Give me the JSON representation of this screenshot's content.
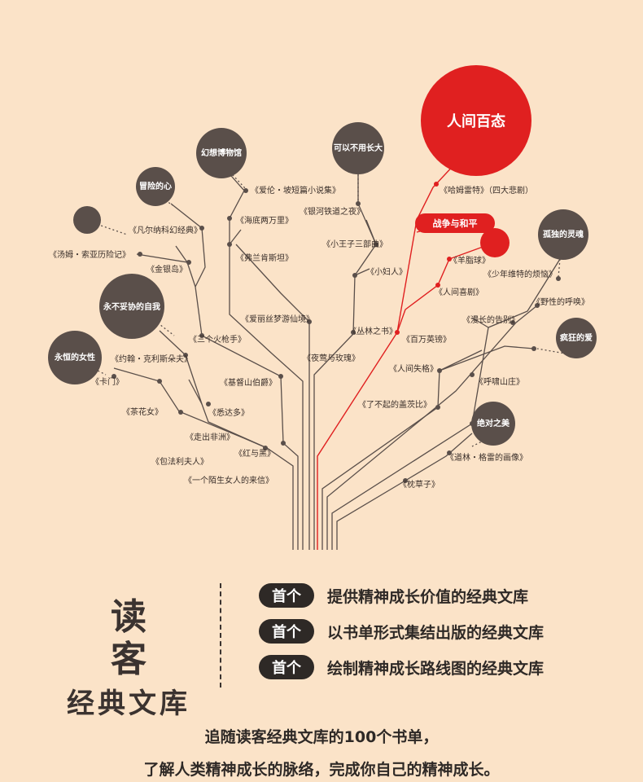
{
  "nodes": {
    "fantasy": "幻想博物馆",
    "no_long": "可以不用长大",
    "human": "人间百态",
    "adventure": "冒险的心",
    "war": "战争与和平",
    "lonely": "孤独的灵魂",
    "uncompromising": "永不妥协的自我",
    "eternal": "永恒的女性",
    "crazy": "疯狂的爱",
    "absolute": "绝对之美"
  },
  "books": {
    "b1": "《爱伦・坡短篇小说集》",
    "b2": "《哈姆雷特》（四大悲剧）",
    "b3": "《银河铁道之夜》",
    "b4": "《凡尔纳科幻经典》",
    "b5": "《海底两万里》",
    "b6": "《小王子三部曲》",
    "b7": "《汤姆・索亚历险记》",
    "b8": "《弗兰肯斯坦》",
    "b9": "《羊脂球》",
    "b10": "《金银岛》",
    "b11": "《小妇人》",
    "b12": "《少年维特的烦恼》",
    "b13": "《人间喜剧》",
    "b14": "《野性的呼唤》",
    "b15": "《爱丽丝梦游仙境》",
    "b16": "《漫长的告别》",
    "b17": "《丛林之书》",
    "b18": "《百万英镑》",
    "b19": "《三个火枪手》",
    "b20": "《约翰・克利斯朵夫》",
    "b21": "《夜莺与玫瑰》",
    "b22": "《人间失格》",
    "b23": "《卡门》",
    "b24": "《基督山伯爵》",
    "b25": "《呼啸山庄》",
    "b26": "《了不起的盖茨比》",
    "b27": "《茶花女》",
    "b28": "《悉达多》",
    "b29": "《走出非洲》",
    "b30": "《红与黑》",
    "b31": "《道林・格雷的画像》",
    "b32": "《包法利夫人》",
    "b33": "《一个陌生女人的来信》",
    "b34": "《枕草子》"
  },
  "brand": {
    "line1": "读客",
    "line2": "经典文库"
  },
  "features": [
    {
      "badge": "首个",
      "text": "提供精神成长价值的经典文库"
    },
    {
      "badge": "首个",
      "text": "以书单形式集结出版的经典文库"
    },
    {
      "badge": "首个",
      "text": "绘制精神成长路线图的经典文库"
    }
  ],
  "footer": {
    "line1": "追随读客经典文库的100个书单，",
    "line2": "了解人类精神成长的脉络，完成你自己的精神成长。"
  },
  "colors": {
    "dark": "#5a4f4a",
    "red": "#e02020",
    "background": "#fbe3c8"
  }
}
